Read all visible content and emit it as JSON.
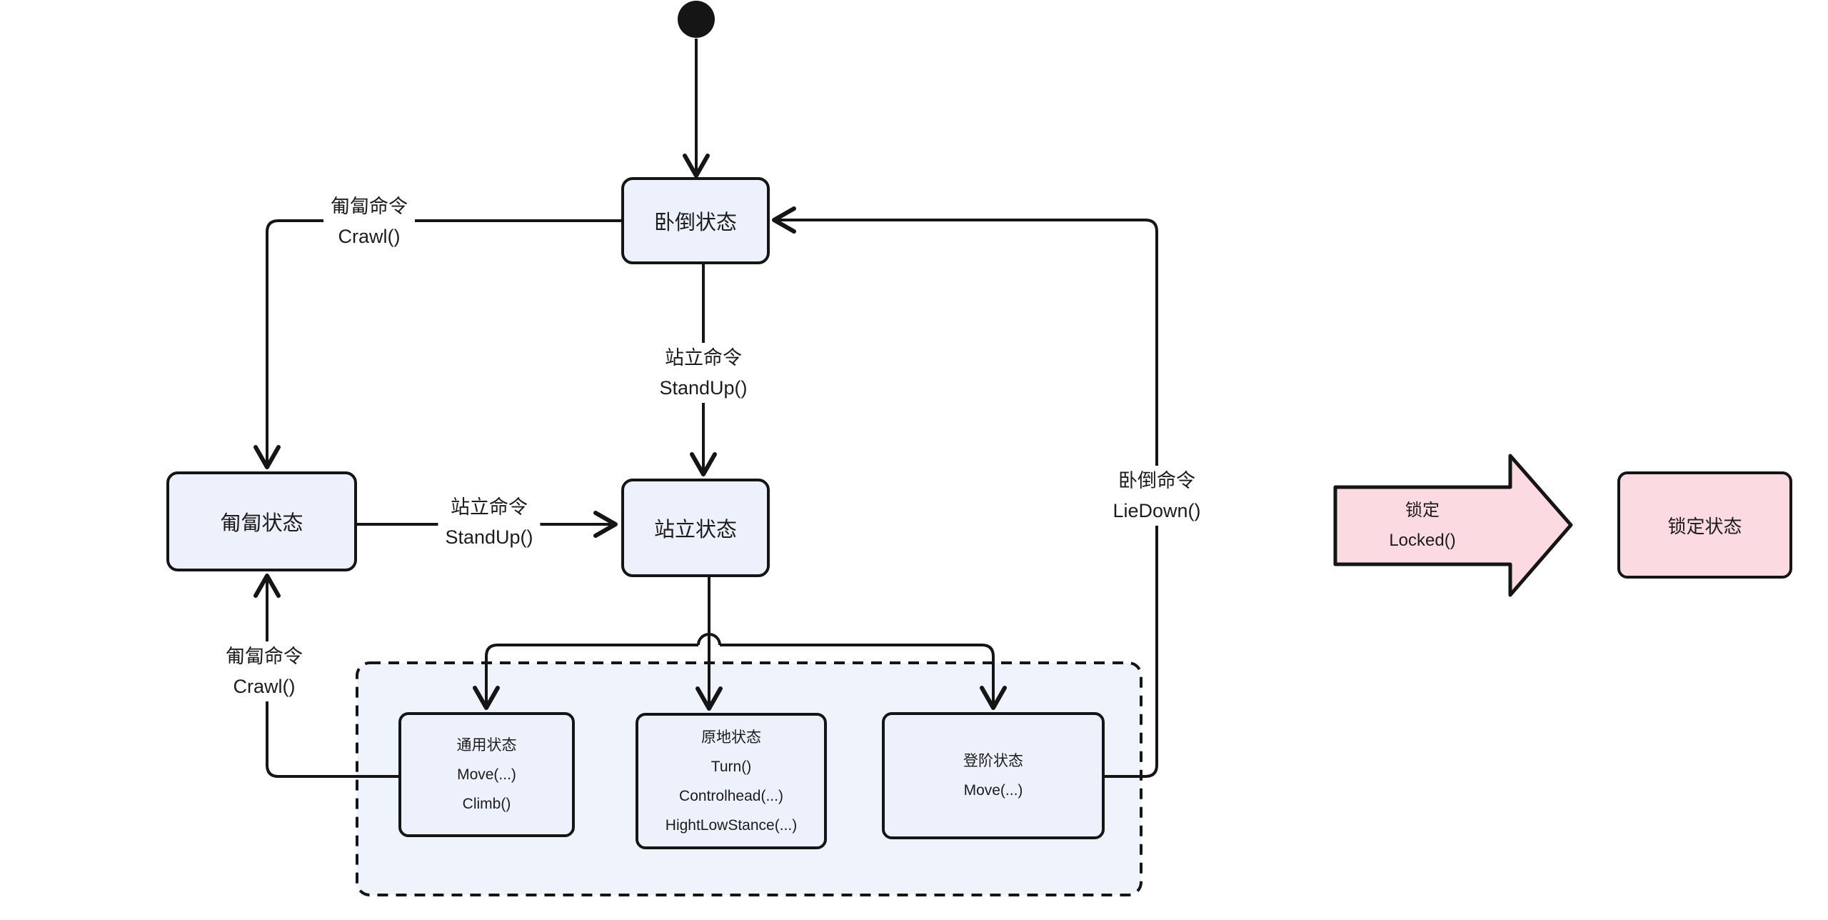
{
  "diagram": {
    "type": "state-machine-flowchart",
    "colors": {
      "node_fill": "#ECF1FB",
      "container_fill": "#EFF3FC",
      "pink_fill": "#FBDBE1",
      "stroke": "#151515",
      "text": "#1C1C1C",
      "canvas_bg": "#FFFFFF"
    },
    "nodes": {
      "liedown": {
        "label": "卧倒状态"
      },
      "crawl": {
        "label": "匍匐状态"
      },
      "stand": {
        "label": "站立状态"
      },
      "general": {
        "line1": "通用状态",
        "line2": "Move(...)",
        "line3": "Climb()"
      },
      "inplace": {
        "line1": "原地状态",
        "line2": "Turn()",
        "line3": "Controlhead(...)",
        "line4": "HightLowStance(...)"
      },
      "stairs": {
        "line1": "登阶状态",
        "line2": "Move(...)"
      },
      "locked": {
        "label": "锁定状态"
      }
    },
    "edge_labels": {
      "crawl_top": {
        "line1": "匍匐命令",
        "line2": "Crawl()"
      },
      "standup_mid": {
        "line1": "站立命令",
        "line2": "StandUp()"
      },
      "standup_left": {
        "line1": "站立命令",
        "line2": "StandUp()"
      },
      "crawl_bottom": {
        "line1": "匍匐命令",
        "line2": "Crawl()"
      },
      "liedown_cmd": {
        "line1": "卧倒命令",
        "line2": "LieDown()"
      },
      "locked_cmd": {
        "line1": "锁定",
        "line2": "Locked()"
      }
    }
  }
}
